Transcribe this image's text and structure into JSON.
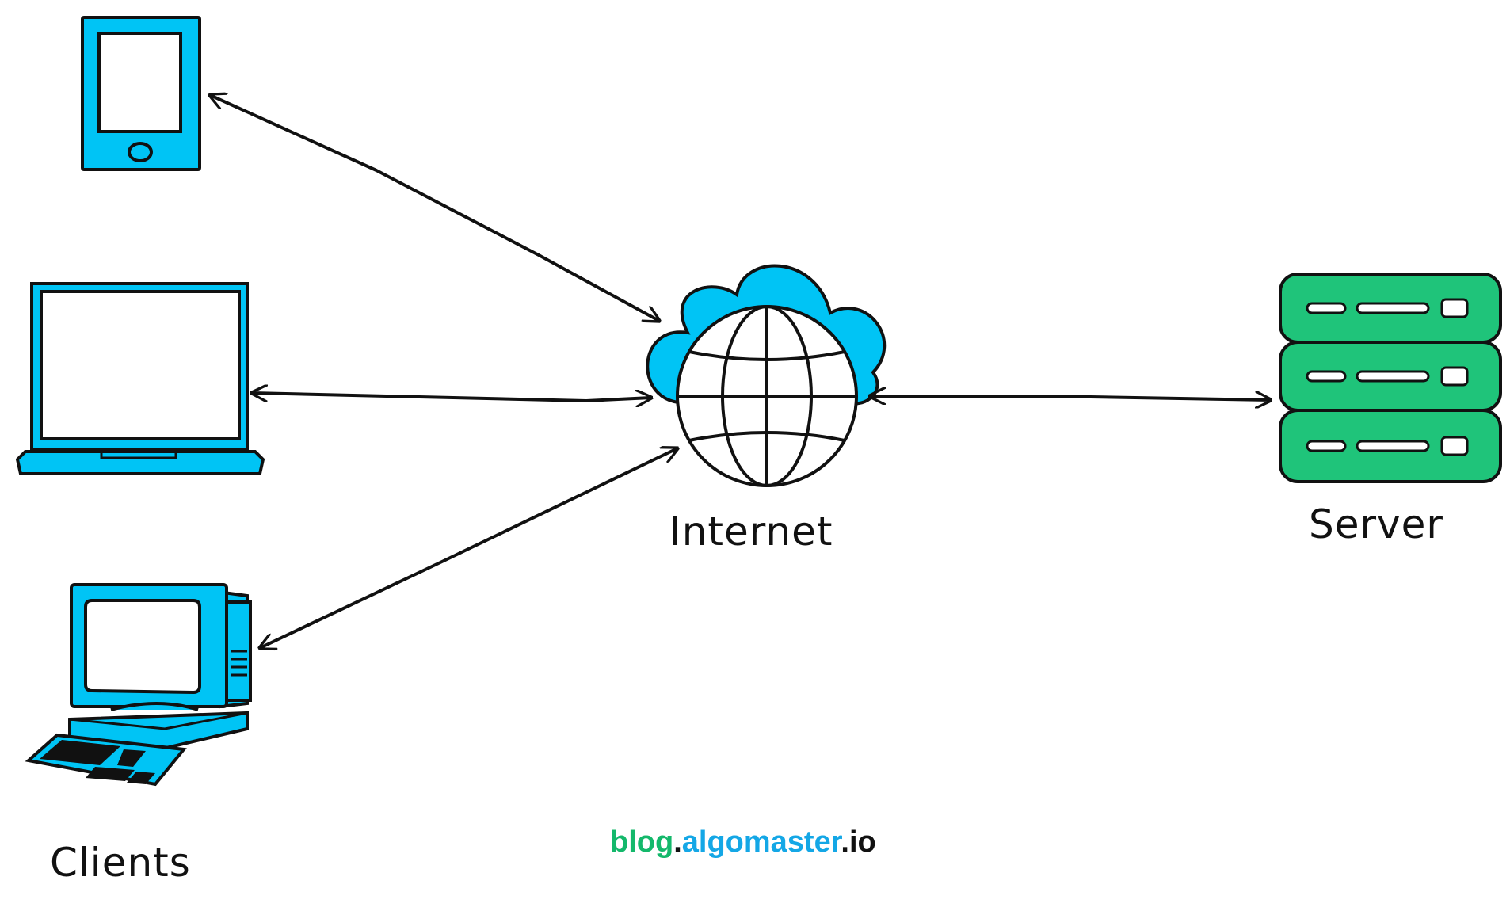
{
  "labels": {
    "internet": "Internet",
    "server": "Server",
    "clients": "Clients"
  },
  "watermark": {
    "part1": "blog",
    "dot1": ".",
    "part2": "algomaster",
    "dot2": ".",
    "part3": "io"
  },
  "icons": {
    "tablet": "tablet-icon",
    "laptop": "laptop-icon",
    "desktop": "desktop-computer-icon",
    "internet": "cloud-globe-icon",
    "server": "server-rack-icon"
  },
  "colors": {
    "client_fill": "#00c4f5",
    "server_fill": "#1fc47a",
    "stroke": "#111111",
    "watermark_green": "#14b86b",
    "watermark_blue": "#14a7e6"
  }
}
